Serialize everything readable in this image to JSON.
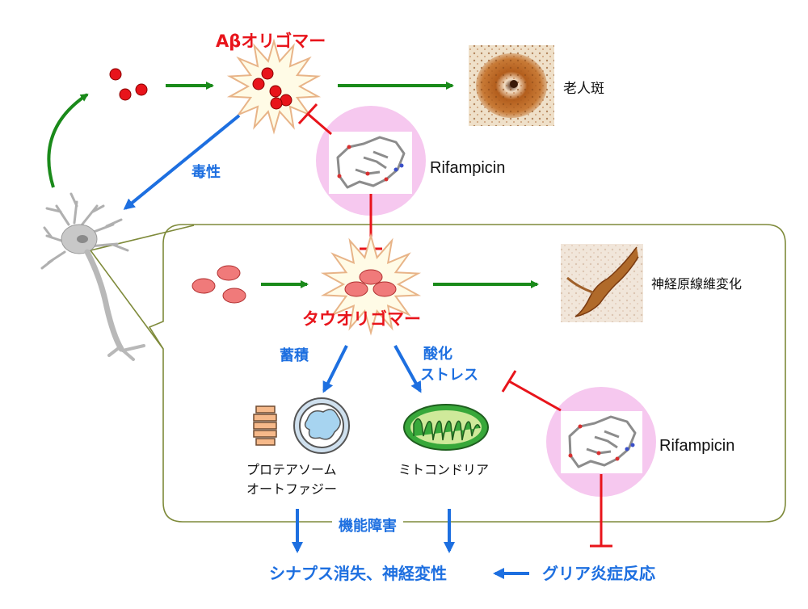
{
  "colors": {
    "green_arrow": "#1a8a1a",
    "blue_arrow": "#1d6fe0",
    "inhibit": "#e8141b",
    "title_red": "#e8141b",
    "box_border": "#7e8a3a",
    "pink_circle": "#f6c8ef"
  },
  "labels": {
    "abeta_oligomer": "Aβオリゴマー",
    "senile_plaque": "老人斑",
    "toxicity": "毒性",
    "rifampicin_top": "Rifampicin",
    "tau_oligomer": "タウオリゴマー",
    "neurofibrillary": "神経原線維変化",
    "accumulation": "蓄積",
    "oxidative_stress_1": "酸化",
    "oxidative_stress_2": "ストレス",
    "proteasome_1": "プロテアソーム",
    "proteasome_2": "オートファジー",
    "mitochondria": "ミトコンドリア",
    "rifampicin_bottom": "Rifampicin",
    "dysfunction": "機能障害",
    "synapse_loss": "シナプス消失、神経変性",
    "glia_inflammation": "グリア炎症反応"
  },
  "icons": {
    "neuron": "neuron-icon",
    "abeta_burst": "abeta-oligomer-burst-icon",
    "tau_burst": "tau-oligomer-burst-icon",
    "molecule": "rifampicin-molecule-icon",
    "plaque": "senile-plaque-image",
    "tangle": "neurofibrillary-tangle-image",
    "proteasome": "proteasome-icon",
    "autophagy": "autophagosome-icon",
    "mitochondria": "mitochondria-icon"
  }
}
